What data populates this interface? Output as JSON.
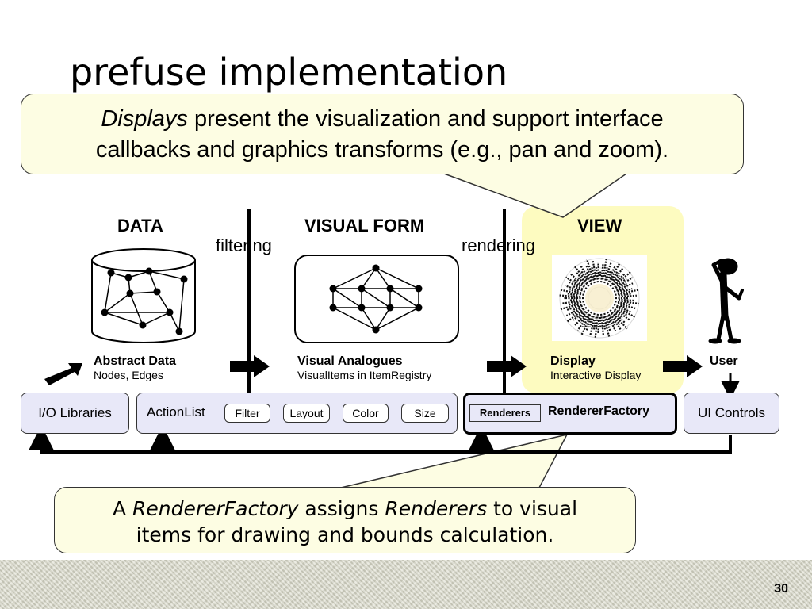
{
  "slide": {
    "title": "prefuse implementation",
    "page_number": "30"
  },
  "top_callout": {
    "emphasis": "Displays",
    "line1_rest": " present the visualization and support interface",
    "line2": "callbacks and graphics transforms (e.g., pan and zoom)."
  },
  "bottom_callout": {
    "p1": "A ",
    "p2": "RendererFactory",
    "p3": " assigns ",
    "p4": "Renderers",
    "p5": " to visual",
    "line2": "items for drawing and bounds calculation."
  },
  "columns": {
    "data": "DATA",
    "visual_form": "VISUAL FORM",
    "view": "VIEW"
  },
  "stages": {
    "filtering": "filtering",
    "rendering": "rendering"
  },
  "captions": {
    "abstract_data": {
      "title": "Abstract Data",
      "sub": "Nodes, Edges"
    },
    "visual_analogues": {
      "title": "Visual Analogues",
      "sub": "VisualItems in ItemRegistry"
    },
    "display": {
      "title": "Display",
      "sub": "Interactive Display"
    },
    "user": {
      "title": "User"
    }
  },
  "components": {
    "io_libraries": "I/O Libraries",
    "action_list": "ActionList",
    "actions": [
      "Filter",
      "Layout",
      "Color",
      "Size"
    ],
    "renderers": "Renderers",
    "renderer_factory": "RendererFactory",
    "ui_controls": "UI Controls"
  },
  "colors": {
    "callout_fill": "#fdfde3",
    "view_highlight": "#fdfbc0",
    "component_fill": "#e8e8f8"
  }
}
